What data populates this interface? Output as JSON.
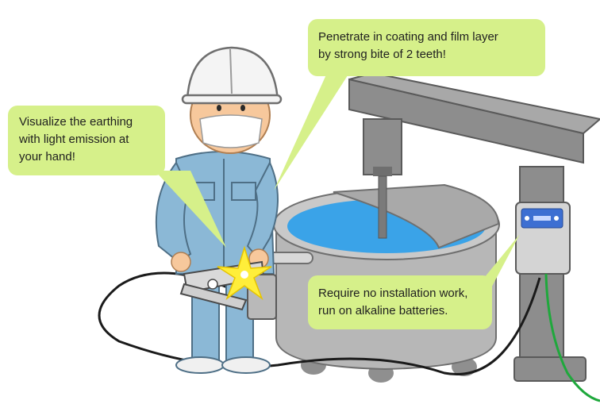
{
  "callouts": {
    "earthing": {
      "lines": [
        "Visualize the earthing",
        "with light emission at",
        "your hand!"
      ]
    },
    "teeth": {
      "lines": [
        "Penetrate in coating and film layer",
        "by strong bite of 2 teeth!"
      ]
    },
    "batteries": {
      "lines": [
        "Require no installation work,",
        "run on alkaline batteries."
      ]
    }
  },
  "colors": {
    "callout_fill": "#d6f08a",
    "cable": "#1a1a1a",
    "green_wire": "#1fa83c",
    "coverall": "#8bb8d6",
    "tank": "#b9b9b9",
    "liquid": "#3aa3e8",
    "flash": "#ffee3a"
  },
  "icons": {
    "device_panel_icon": "controller-box-icon",
    "spark_icon": "flash-icon"
  }
}
